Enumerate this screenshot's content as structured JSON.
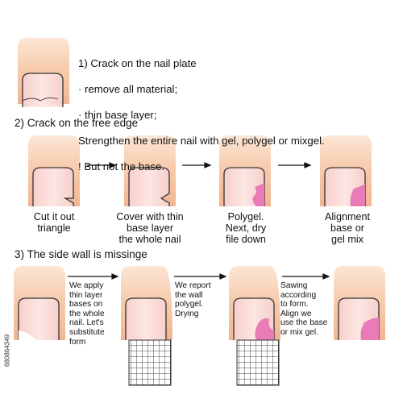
{
  "section1": {
    "lines": [
      "1) Crack on the nail plate",
      "· remove all material;",
      "· thin base layer;",
      "Strengthen the entire nail with gel, polygel or mixgel.",
      "! But not the base."
    ]
  },
  "section2": {
    "heading": "2) Crack on the free edge",
    "captions": [
      "Cut it out\ntriangle",
      "Cover with thin\nbase layer\nthe whole nail",
      "Polygel.\nNext, dry\nfile down",
      "Alignment\nbase or\ngel mix"
    ]
  },
  "section3": {
    "heading": "3) The side wall is missinge",
    "notes": [
      "We apply\nthin layer\nbases on\nthe whole\nnail. Let's\nsubstitute\nform",
      "We report\nthe wall\npolygel.\nDrying",
      "Sawing\naccording\nto form.\nAlign we\nuse the base\nor mix gel."
    ]
  },
  "stock_id": "680864349",
  "colors": {
    "skin": "#f6c9a8",
    "nail": "#f8d9d6",
    "gel_pink": "#e97bb6",
    "grid": "#444444"
  }
}
